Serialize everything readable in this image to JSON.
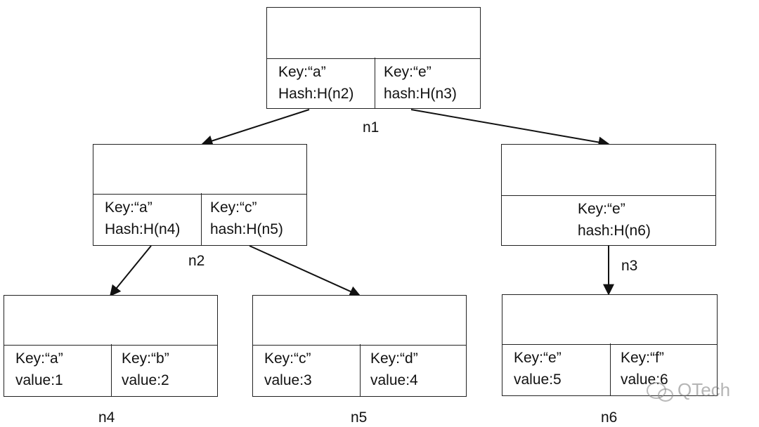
{
  "nodes": {
    "n1": {
      "label": "n1",
      "cells": [
        {
          "line1": "Key:“a”",
          "line2": "Hash:H(n2)"
        },
        {
          "line1": "Key:“e”",
          "line2": "hash:H(n3)"
        }
      ]
    },
    "n2": {
      "label": "n2",
      "cells": [
        {
          "line1": "Key:“a”",
          "line2": "Hash:H(n4)"
        },
        {
          "line1": "Key:“c”",
          "line2": "hash:H(n5)"
        }
      ]
    },
    "n3": {
      "label": "n3",
      "cells": [
        {
          "line1": "Key:“e”",
          "line2": "hash:H(n6)"
        }
      ]
    },
    "n4": {
      "label": "n4",
      "cells": [
        {
          "line1": "Key:“a”",
          "line2": "value:1"
        },
        {
          "line1": "Key:“b”",
          "line2": "value:2"
        }
      ]
    },
    "n5": {
      "label": "n5",
      "cells": [
        {
          "line1": "Key:“c”",
          "line2": "value:3"
        },
        {
          "line1": "Key:“d”",
          "line2": "value:4"
        }
      ]
    },
    "n6": {
      "label": "n6",
      "cells": [
        {
          "line1": "Key:“e”",
          "line2": "value:5"
        },
        {
          "line1": "Key:“f”",
          "line2": "value:6"
        }
      ]
    }
  },
  "edges": [
    {
      "from": "n1",
      "to": "n2"
    },
    {
      "from": "n1",
      "to": "n3"
    },
    {
      "from": "n2",
      "to": "n4"
    },
    {
      "from": "n2",
      "to": "n5"
    },
    {
      "from": "n3",
      "to": "n6"
    }
  ],
  "watermark": "QTech"
}
